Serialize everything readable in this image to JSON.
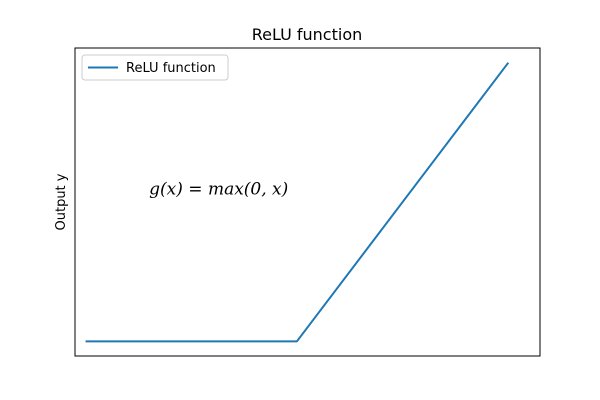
{
  "chart_data": {
    "type": "line",
    "title": "ReLU function",
    "xlabel": "",
    "ylabel": "Output y",
    "xlim": [
      -10.5,
      11.5
    ],
    "ylim": [
      -0.7,
      14.0
    ],
    "grid": false,
    "legend": {
      "position": "top-left",
      "entries": [
        "ReLU function"
      ]
    },
    "series": [
      {
        "name": "ReLU function",
        "color": "#1f77b4",
        "x": [
          -10,
          0,
          10
        ],
        "y": [
          0,
          0,
          13.3
        ]
      }
    ],
    "annotations": [
      {
        "text": "g(x) = max(0, x)",
        "x": -3.7,
        "y": 7.0
      }
    ]
  }
}
